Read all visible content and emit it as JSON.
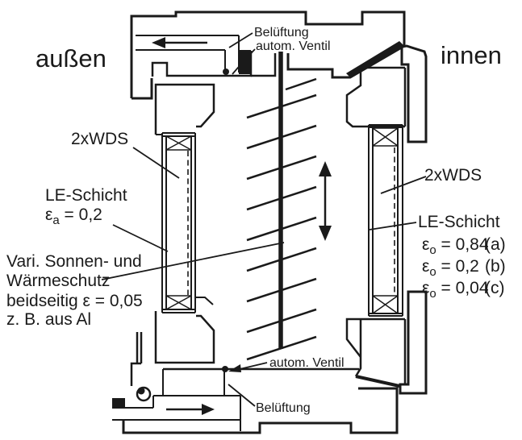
{
  "side": {
    "left": "außen",
    "right": "innen"
  },
  "glazing": {
    "left_label": "2xWDS",
    "right_label": "2xWDS"
  },
  "coating_left": {
    "title": "LE-Schicht",
    "symbol": "ε",
    "sub": "a",
    "value": " = 0,2"
  },
  "coating_right": {
    "title": "LE-Schicht",
    "rows": [
      {
        "symbol": "ε",
        "sub": "o",
        "value": " = 0,84",
        "case": "(a)"
      },
      {
        "symbol": "ε",
        "sub": "o",
        "value": " = 0,2",
        "case": "(b)"
      },
      {
        "symbol": "ε",
        "sub": "o",
        "value": " = 0,04",
        "case": "(c)"
      }
    ]
  },
  "shade_note": {
    "line1": "Vari. Sonnen- und",
    "line2": "Wärmeschutz",
    "line3": "beidseitig ε = 0,05",
    "line4": "z. B. aus Al"
  },
  "vent_top": {
    "line1": "Belüftung",
    "line2": "autom. Ventil"
  },
  "vent_bottom": {
    "valve": "autom. Ventil",
    "vent": "Belüftung"
  },
  "icons": {
    "airflow_out": "arrow-left",
    "airflow_in": "arrow-right",
    "shade_travel": "double-headed-vertical-arrow"
  },
  "colors": {
    "ink": "#1a1a1a",
    "background": "#ffffff"
  }
}
